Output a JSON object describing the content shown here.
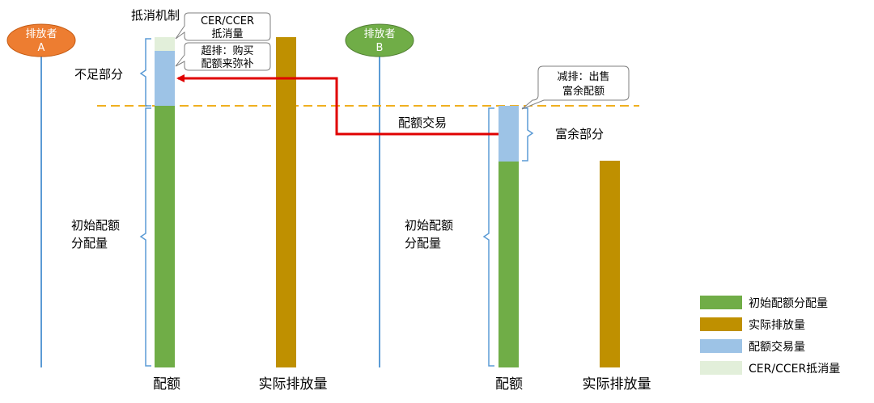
{
  "actors": {
    "a": {
      "line1": "排放者",
      "line2": "A"
    },
    "b": {
      "line1": "排放者",
      "line2": "B"
    }
  },
  "labels": {
    "offset_mechanism": "抵消机制",
    "shortfall": "不足部分",
    "initial_allocation_a_line1": "初始配额",
    "initial_allocation_a_line2": "分配量",
    "initial_allocation_b_line1": "初始配额",
    "initial_allocation_b_line2": "分配量",
    "surplus": "富余部分",
    "trading": "配额交易"
  },
  "callouts": {
    "cer": {
      "line1": "CER/CCER",
      "line2": "抵消量"
    },
    "over_emission": {
      "line1": "超排：购买",
      "line2": "配额来弥补"
    },
    "reduction": {
      "line1": "减排：出售",
      "line2": "富余配额"
    }
  },
  "axis_labels": {
    "a_allowance": "配额",
    "a_actual": "实际排放量",
    "b_allowance": "配额",
    "b_actual": "实际排放量"
  },
  "legend": [
    {
      "label": "初始配额分配量",
      "color": "#70ad47"
    },
    {
      "label": "实际排放量",
      "color": "#bf9000"
    },
    {
      "label": "配额交易量",
      "color": "#9dc3e6"
    },
    {
      "label": "CER/CCER抵消量",
      "color": "#e2efda"
    }
  ],
  "colors": {
    "actor_a": "#ed7d31",
    "actor_b": "#70ad47",
    "lifeline": "#5b9bd5",
    "arrow": "#e00000",
    "cap_line": "#f0b020",
    "green": "#70ad47",
    "gold": "#bf9000",
    "blue": "#9dc3e6",
    "pale": "#e2efda"
  }
}
